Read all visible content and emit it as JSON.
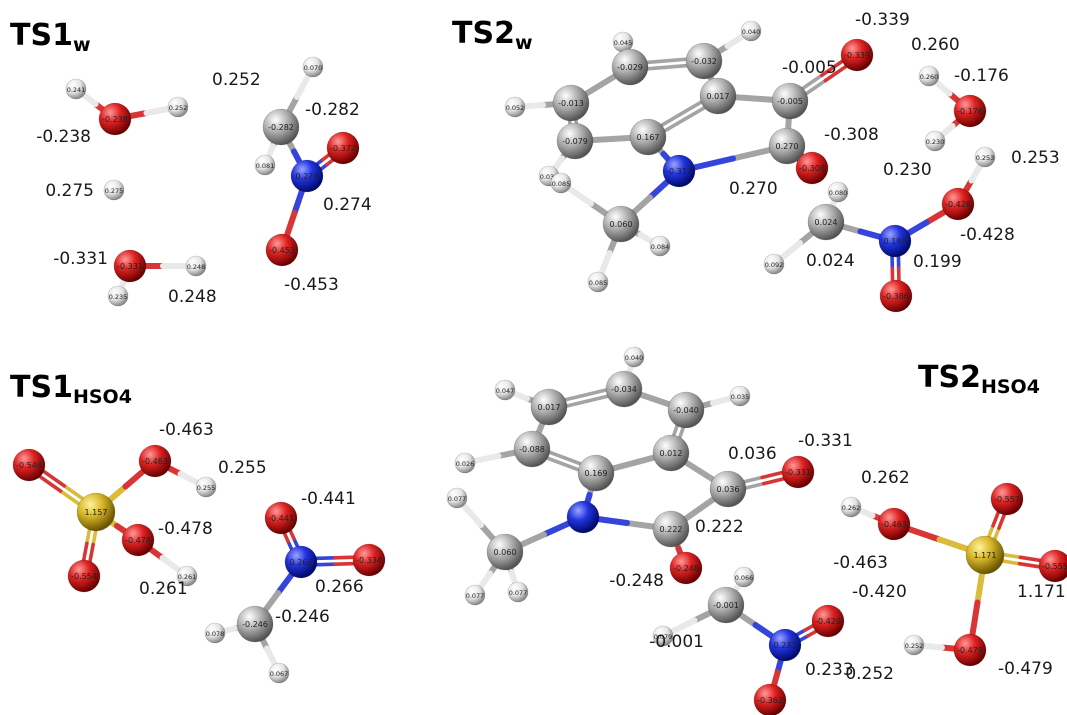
{
  "colors": {
    "carbon": "#9a9a9a",
    "hydrogen": "#e6e6e6",
    "oxygen": "#d42020",
    "nitrogen": "#1f2fd6",
    "sulfur": "#d4b424",
    "label": "#1a1a1a"
  },
  "panels": [
    {
      "id": "ts1w",
      "title": {
        "main": "TS1",
        "sub": "w"
      },
      "atoms": [
        {
          "id": "O1",
          "el": "O",
          "label": "-0.238",
          "ext": "-0.238"
        },
        {
          "id": "H1",
          "el": "H",
          "label": "0.241"
        },
        {
          "id": "H2",
          "el": "H",
          "label": "0.252",
          "ext": "0.252"
        },
        {
          "id": "H3",
          "el": "H",
          "label": "0.275",
          "ext": "0.275"
        },
        {
          "id": "O2",
          "el": "O",
          "label": "-0.331",
          "ext": "-0.331"
        },
        {
          "id": "H4",
          "el": "H",
          "label": "0.248",
          "ext": "0.248"
        },
        {
          "id": "H5",
          "el": "H",
          "label": "0.235"
        },
        {
          "id": "C1",
          "el": "C",
          "label": "-0.282",
          "ext": "-0.282"
        },
        {
          "id": "H6",
          "el": "H",
          "label": "0.070"
        },
        {
          "id": "H7",
          "el": "H",
          "label": "0.081"
        },
        {
          "id": "N1",
          "el": "N",
          "label": "0.274",
          "ext": "0.274"
        },
        {
          "id": "O3",
          "el": "O",
          "label": "-0.372"
        },
        {
          "id": "O4",
          "el": "O",
          "label": "-0.453",
          "ext": "-0.453"
        }
      ]
    },
    {
      "id": "ts2w",
      "title": {
        "main": "TS2",
        "sub": "w"
      },
      "atoms": [
        {
          "id": "H1",
          "el": "H",
          "label": "0.045"
        },
        {
          "id": "H2",
          "el": "H",
          "label": "0.040"
        },
        {
          "id": "C1",
          "el": "C",
          "label": "-0.029"
        },
        {
          "id": "C2",
          "el": "C",
          "label": "-0.032"
        },
        {
          "id": "C3",
          "el": "C",
          "label": "-0.013"
        },
        {
          "id": "C4",
          "el": "C",
          "label": "0.017"
        },
        {
          "id": "C5",
          "el": "C",
          "label": "-0.005",
          "ext": "-0.005"
        },
        {
          "id": "O1",
          "el": "O",
          "label": "-0.339",
          "ext": "-0.339"
        },
        {
          "id": "H3",
          "el": "H",
          "label": "0.052"
        },
        {
          "id": "C6",
          "el": "C",
          "label": "-0.079"
        },
        {
          "id": "C7",
          "el": "C",
          "label": "0.167"
        },
        {
          "id": "C8",
          "el": "C",
          "label": "0.270",
          "ext": "0.270"
        },
        {
          "id": "O2",
          "el": "O",
          "label": "-0.308",
          "ext": "-0.308"
        },
        {
          "id": "N1",
          "el": "N",
          "label": "-0.312"
        },
        {
          "id": "H4",
          "el": "H",
          "label": "0.032"
        },
        {
          "id": "H5",
          "el": "H",
          "label": "0.085"
        },
        {
          "id": "C9",
          "el": "C",
          "label": "0.060"
        },
        {
          "id": "H6",
          "el": "H",
          "label": "0.084"
        },
        {
          "id": "H7",
          "el": "H",
          "label": "0.085"
        },
        {
          "id": "H8",
          "el": "H",
          "label": "0.260",
          "ext": "0.260"
        },
        {
          "id": "O3",
          "el": "O",
          "label": "-0.176",
          "ext": "-0.176"
        },
        {
          "id": "H9",
          "el": "H",
          "label": "0.230",
          "ext": "0.230"
        },
        {
          "id": "H10",
          "el": "H",
          "label": "0.253",
          "ext": "0.253"
        },
        {
          "id": "O4",
          "el": "O",
          "label": "-0.428",
          "ext": "-0.428"
        },
        {
          "id": "H11",
          "el": "H",
          "label": "0.080"
        },
        {
          "id": "C10",
          "el": "C",
          "label": "0.024",
          "ext": "0.024"
        },
        {
          "id": "N2",
          "el": "N",
          "label": "0.199",
          "ext": "0.199"
        },
        {
          "id": "H12",
          "el": "H",
          "label": "0.092"
        },
        {
          "id": "O5",
          "el": "O",
          "label": "-0.386"
        }
      ]
    },
    {
      "id": "ts1hso4",
      "title": {
        "main": "TS1",
        "sub": "HSO4"
      },
      "atoms": [
        {
          "id": "O1",
          "el": "O",
          "label": "-0.546"
        },
        {
          "id": "S1",
          "el": "S",
          "label": "1.157"
        },
        {
          "id": "O2",
          "el": "O",
          "label": "-0.463",
          "ext": "-0.463"
        },
        {
          "id": "H1",
          "el": "H",
          "label": "0.255",
          "ext": "0.255"
        },
        {
          "id": "O3",
          "el": "O",
          "label": "-0.478",
          "ext": "-0.478"
        },
        {
          "id": "H2",
          "el": "H",
          "label": "0.261",
          "ext": "0.261"
        },
        {
          "id": "O4",
          "el": "O",
          "label": "-0.554"
        },
        {
          "id": "O5",
          "el": "O",
          "label": "-0.441",
          "ext": "-0.441"
        },
        {
          "id": "N1",
          "el": "N",
          "label": "0.266",
          "ext": "0.266"
        },
        {
          "id": "O6",
          "el": "O",
          "label": "-0.334"
        },
        {
          "id": "C1",
          "el": "C",
          "label": "-0.246",
          "ext": "-0.246"
        },
        {
          "id": "H3",
          "el": "H",
          "label": "0.078"
        },
        {
          "id": "H4",
          "el": "H",
          "label": "0.067"
        }
      ]
    },
    {
      "id": "ts2hso4",
      "title": {
        "main": "TS2",
        "sub": "HSO4"
      },
      "atoms": [
        {
          "id": "H1",
          "el": "H",
          "label": "0.040"
        },
        {
          "id": "H2",
          "el": "H",
          "label": "0.047"
        },
        {
          "id": "C1",
          "el": "C",
          "label": "-0.034"
        },
        {
          "id": "H3",
          "el": "H",
          "label": "0.035"
        },
        {
          "id": "C2",
          "el": "C",
          "label": "0.017"
        },
        {
          "id": "C3",
          "el": "C",
          "label": "-0.040"
        },
        {
          "id": "C4",
          "el": "C",
          "label": "0.012"
        },
        {
          "id": "C5",
          "el": "C",
          "label": "0.036",
          "ext": "0.036"
        },
        {
          "id": "O1",
          "el": "O",
          "label": "-0.331",
          "ext": "-0.331"
        },
        {
          "id": "H4",
          "el": "H",
          "label": "0.026"
        },
        {
          "id": "C6",
          "el": "C",
          "label": "-0.088"
        },
        {
          "id": "C7",
          "el": "C",
          "label": "0.169"
        },
        {
          "id": "N1",
          "el": "N",
          "label": ""
        },
        {
          "id": "C8",
          "el": "C",
          "label": "0.222",
          "ext": "0.222"
        },
        {
          "id": "O2",
          "el": "O",
          "label": "-0.248",
          "ext": "-0.248"
        },
        {
          "id": "H5",
          "el": "H",
          "label": "0.077"
        },
        {
          "id": "C9",
          "el": "C",
          "label": "0.060"
        },
        {
          "id": "H6",
          "el": "H",
          "label": "0.077"
        },
        {
          "id": "H7",
          "el": "H",
          "label": "0.077"
        },
        {
          "id": "H8",
          "el": "H",
          "label": "0.066"
        },
        {
          "id": "C10",
          "el": "C",
          "label": "-0.001",
          "ext": "-0.001"
        },
        {
          "id": "H9",
          "el": "H",
          "label": "0.079"
        },
        {
          "id": "N2",
          "el": "N",
          "label": "0.233",
          "ext": "0.233"
        },
        {
          "id": "O3",
          "el": "O",
          "label": "-0.420",
          "ext": "-0.420"
        },
        {
          "id": "O4",
          "el": "O",
          "label": "-0.362"
        },
        {
          "id": "H10",
          "el": "H",
          "label": "0.262",
          "ext": "0.262"
        },
        {
          "id": "O5",
          "el": "O",
          "label": "-0.463",
          "ext": "-0.463"
        },
        {
          "id": "S1",
          "el": "S",
          "label": "1.171",
          "ext": "1.171"
        },
        {
          "id": "O6",
          "el": "O",
          "label": "-0.557"
        },
        {
          "id": "O7",
          "el": "O",
          "label": "-0.555"
        },
        {
          "id": "H11",
          "el": "H",
          "label": "0.252",
          "ext": "0.252"
        },
        {
          "id": "O8",
          "el": "O",
          "label": "-0.479",
          "ext": "-0.479"
        }
      ]
    }
  ]
}
